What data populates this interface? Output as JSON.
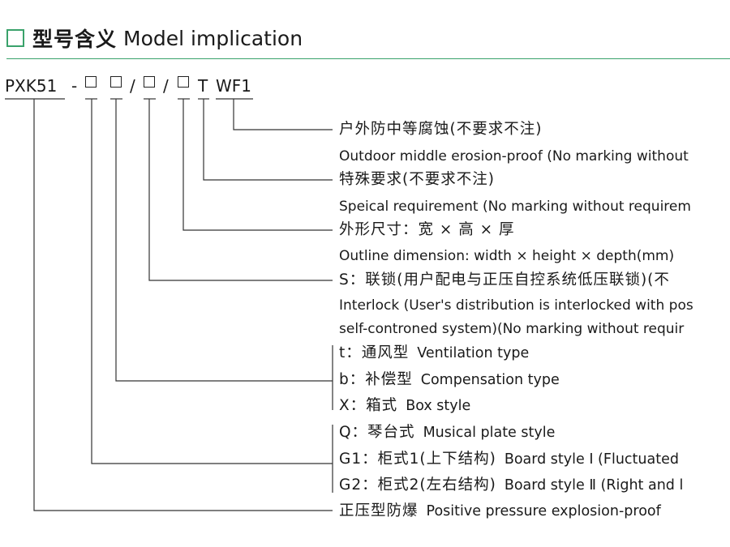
{
  "heading": {
    "zh": "型号含义",
    "en": "Model implication"
  },
  "code": {
    "prefix": "PXK51",
    "dash": "-",
    "slash": "/",
    "t": "T",
    "wf1": "WF1"
  },
  "items": {
    "wf1_zh": "户外防中等腐蚀(不要求不注)",
    "wf1_en": "Outdoor middle erosion-proof (No marking without",
    "t_zh": "特殊要求(不要求不注)",
    "t_en": "Speical requirement (No marking without requirem",
    "dim_zh": "外形尺寸：宽 × 高 × 厚",
    "dim_en": "Outline dimension: width × height × depth(mm)",
    "s_zh": "S：联锁(用户配电与正压自控系统低压联锁)(不",
    "s_en1": "Interlock (User's distribution is interlocked with pos",
    "s_en2": "self-controned system)(No marking without requir",
    "t_type_zh": "t：通风型",
    "t_type_en": "Ventilation type",
    "b_zh": "b：补偿型",
    "b_en": "Compensation type",
    "x_zh": "X：箱式",
    "x_en": "Box style",
    "q_zh": "Q：琴台式",
    "q_en": "Musical plate style",
    "g1_zh": "G1：柜式1(上下结构)",
    "g1_en": "Board style Ⅰ (Fluctuated",
    "g2_zh": "G2：柜式2(左右结构)",
    "g2_en": "Board style Ⅱ (Right and l",
    "p_zh": "正压型防爆",
    "p_en": "Positive pressure explosion-proof"
  }
}
